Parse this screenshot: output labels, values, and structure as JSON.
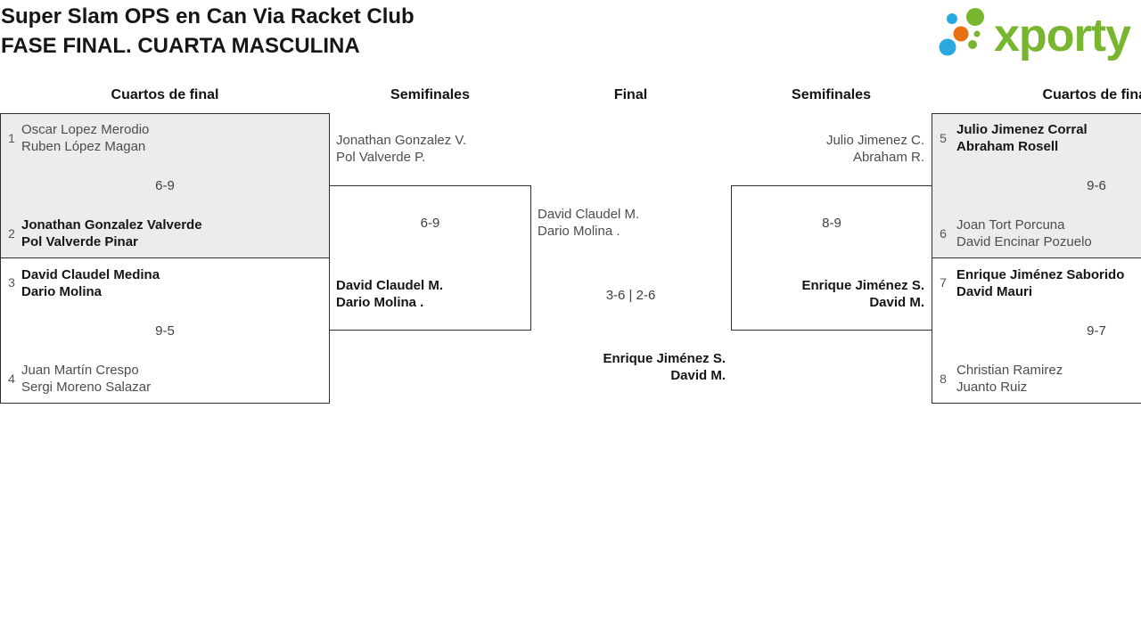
{
  "title": {
    "line1": "Super Slam OPS en Can Via Racket Club",
    "line2": "FASE FINAL. CUARTA MASCULINA"
  },
  "logo": {
    "text": "xporty",
    "colors": {
      "green": "#77b62e",
      "blue": "#2aa9e0",
      "orange": "#e87011"
    }
  },
  "columns": {
    "qf_left": "Cuartos de final",
    "sf_left": "Semifinales",
    "final": "Final",
    "sf_right": "Semifinales",
    "qf_right": "Cuartos de final"
  },
  "matches": {
    "qf1": {
      "seed_top": "1",
      "top": [
        "Oscar Lopez Merodio",
        "Ruben López Magan"
      ],
      "top_winner": false,
      "score": "6-9",
      "seed_bottom": "2",
      "bottom": [
        "Jonathan Gonzalez Valverde",
        "Pol Valverde Pinar"
      ],
      "bottom_winner": true
    },
    "qf2": {
      "seed_top": "3",
      "top": [
        "David Claudel Medina",
        "Dario Molina"
      ],
      "top_winner": true,
      "score": "9-5",
      "seed_bottom": "4",
      "bottom": [
        "Juan Martín Crespo",
        "Sergi Moreno Salazar"
      ],
      "bottom_winner": false
    },
    "sf1": {
      "top": [
        "Jonathan Gonzalez V.",
        "Pol Valverde P."
      ],
      "top_winner": false,
      "score": "6-9",
      "bottom": [
        "David Claudel M.",
        "Dario Molina ."
      ],
      "bottom_winner": true
    },
    "final": {
      "top": [
        "David Claudel M.",
        "Dario Molina ."
      ],
      "top_winner": false,
      "score": "3-6 | 2-6",
      "bottom": [
        "Enrique Jiménez S.",
        "David M."
      ],
      "bottom_winner": true
    },
    "sf2": {
      "top": [
        "Julio Jimenez C.",
        "Abraham R."
      ],
      "top_winner": false,
      "score": "8-9",
      "bottom": [
        "Enrique Jiménez S.",
        "David M."
      ],
      "bottom_winner": true
    },
    "qf3": {
      "seed_top": "5",
      "top": [
        "Julio Jimenez Corral",
        "Abraham Rosell"
      ],
      "top_winner": true,
      "score": "9-6",
      "seed_bottom": "6",
      "bottom": [
        "Joan Tort Porcuna",
        "David Encinar Pozuelo"
      ],
      "bottom_winner": false
    },
    "qf4": {
      "seed_top": "7",
      "top": [
        "Enrique Jiménez Saborido",
        "David Mauri"
      ],
      "top_winner": true,
      "score": "9-7",
      "seed_bottom": "8",
      "bottom": [
        "Christian Ramirez",
        "Juanto Ruiz"
      ],
      "bottom_winner": false
    }
  }
}
